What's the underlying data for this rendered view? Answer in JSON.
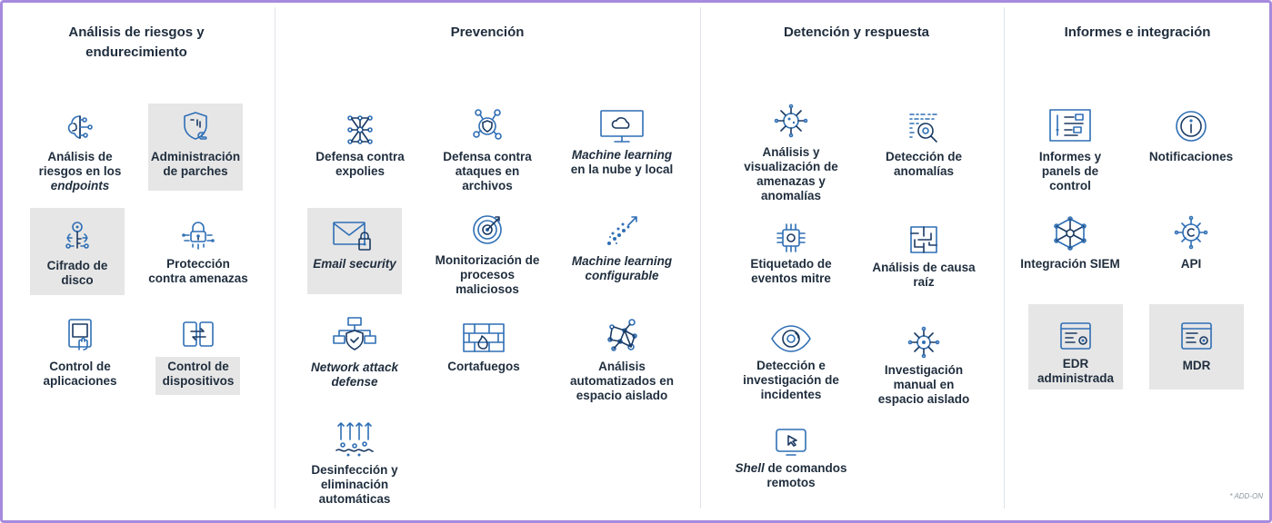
{
  "columns": [
    {
      "title": "Análisis de riesgos y endurecimiento"
    },
    {
      "title": "Prevención"
    },
    {
      "title": "Detención y respuesta"
    },
    {
      "title": "Informes e integración"
    }
  ],
  "items": {
    "analisis_riesgos": {
      "label_1": "Análisis de",
      "label_2": "riesgos en los",
      "label_3": "endpoints",
      "icon": "brain-circuit-icon"
    },
    "administracion_parches": {
      "label_1": "Administración",
      "label_2": "de parches",
      "icon": "shield-patch-icon"
    },
    "cifrado_disco": {
      "label_1": "Cifrado de",
      "label_2": "disco",
      "icon": "key-circuit-icon"
    },
    "proteccion_amenazas": {
      "label_1": "Protección",
      "label_2": "contra amenazas",
      "icon": "lock-network-icon"
    },
    "control_aplicaciones": {
      "label_1": "Control de",
      "label_2": "aplicaciones",
      "icon": "app-touch-icon"
    },
    "control_dispositivos": {
      "label_1": "Control de",
      "label_2": "dispositivos",
      "icon": "device-transfer-icon"
    },
    "defensa_exploits": {
      "label_1": "Defensa contra",
      "label_2": "expolies",
      "icon": "network-mesh-icon"
    },
    "defensa_archivos": {
      "label_1": "Defensa contra",
      "label_2": "ataques en",
      "label_3": "archivos",
      "icon": "file-shield-hub-icon"
    },
    "ml_nube": {
      "label_1": "Machine learning",
      "label_2": "en la nube y local",
      "icon": "cloud-monitor-icon"
    },
    "email_security": {
      "label_1": "Email security",
      "icon": "email-lock-icon"
    },
    "monitorizacion_procesos": {
      "label_1": "Monitorización de",
      "label_2": "procesos",
      "label_3": "maliciosos",
      "icon": "target-icon"
    },
    "ml_configurable": {
      "label_1": "Machine learning",
      "label_2": "configurable",
      "icon": "growth-dots-icon"
    },
    "network_attack": {
      "label_1": "Network attack",
      "label_2": "defense",
      "icon": "network-shield-icon"
    },
    "cortafuegos": {
      "label_1": "Cortafuegos",
      "icon": "firewall-icon"
    },
    "analisis_aislado": {
      "label_1": "Análisis",
      "label_2": "automatizados en",
      "label_3": "espacio aislado",
      "icon": "node-graph-icon"
    },
    "desinfeccion": {
      "label_1": "Desinfección y",
      "label_2": "eliminación",
      "label_3": "automáticas",
      "icon": "arrows-up-icon"
    },
    "analisis_visualizacion": {
      "label_1": "Análisis y",
      "label_2": "visualización de",
      "label_3": "amenazas y",
      "label_4": "anomalías",
      "icon": "virus-icon"
    },
    "deteccion_anomalias": {
      "label_1": "Detección de",
      "label_2": "anomalías",
      "icon": "binary-magnifier-icon"
    },
    "etiquetado_mitre": {
      "label_1": "Etiquetado de",
      "label_2": "eventos mitre",
      "icon": "chip-icon"
    },
    "analisis_causa": {
      "label_1": "Análisis de causa",
      "label_2": "raíz",
      "icon": "maze-icon"
    },
    "deteccion_incidentes": {
      "label_1": "Detección e",
      "label_2": "investigación de",
      "label_3": "incidentes",
      "icon": "eye-icon"
    },
    "investigacion_manual": {
      "label_1": "Investigación",
      "label_2": "manual en",
      "label_3": "espacio aislado",
      "icon": "bug-network-icon"
    },
    "shell_remotos": {
      "label_1": "Shell",
      "label_2": " de comandos",
      "label_3": "remotos",
      "icon": "cursor-screen-icon"
    },
    "informes_paneles": {
      "label_1": "Informes y",
      "label_2": "panels de",
      "label_3": "control",
      "icon": "dashboard-icon"
    },
    "notificaciones": {
      "label_1": "Notificaciones",
      "icon": "info-circle-icon"
    },
    "integracion_siem": {
      "label_1": "Integración SIEM",
      "icon": "hub-icon"
    },
    "api": {
      "label_1": "API",
      "icon": "api-gear-icon"
    },
    "edr_administrada": {
      "label_1": "EDR",
      "label_2": "administrada",
      "icon": "browser-gear-icon"
    },
    "mdr": {
      "label_1": "MDR",
      "icon": "browser-gear-icon"
    }
  },
  "footnote": "* ADD-ON"
}
